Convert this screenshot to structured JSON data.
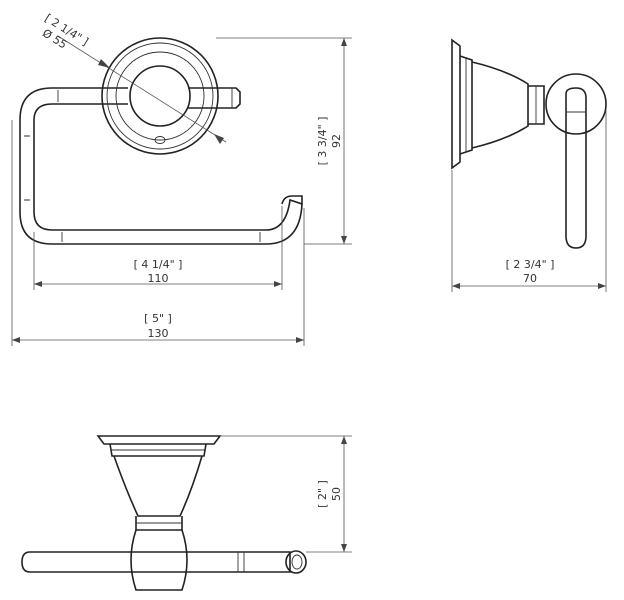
{
  "dimensions": {
    "rose_diameter": {
      "imperial": "[ 2 1/4\" ]",
      "metric": "Ø 55"
    },
    "front_height": {
      "imperial": "[ 3 3/4\" ]",
      "metric": "92"
    },
    "bar_length": {
      "imperial": "[ 4 1/4\" ]",
      "metric": "110"
    },
    "overall_width": {
      "imperial": "[ 5\" ]",
      "metric": "130"
    },
    "side_projection": {
      "imperial": "[ 2 3/4\" ]",
      "metric": "70"
    },
    "top_depth": {
      "imperial": "[ 2\" ]",
      "metric": "50"
    }
  },
  "colors": {
    "line": "#222222",
    "dimension": "#555555"
  }
}
